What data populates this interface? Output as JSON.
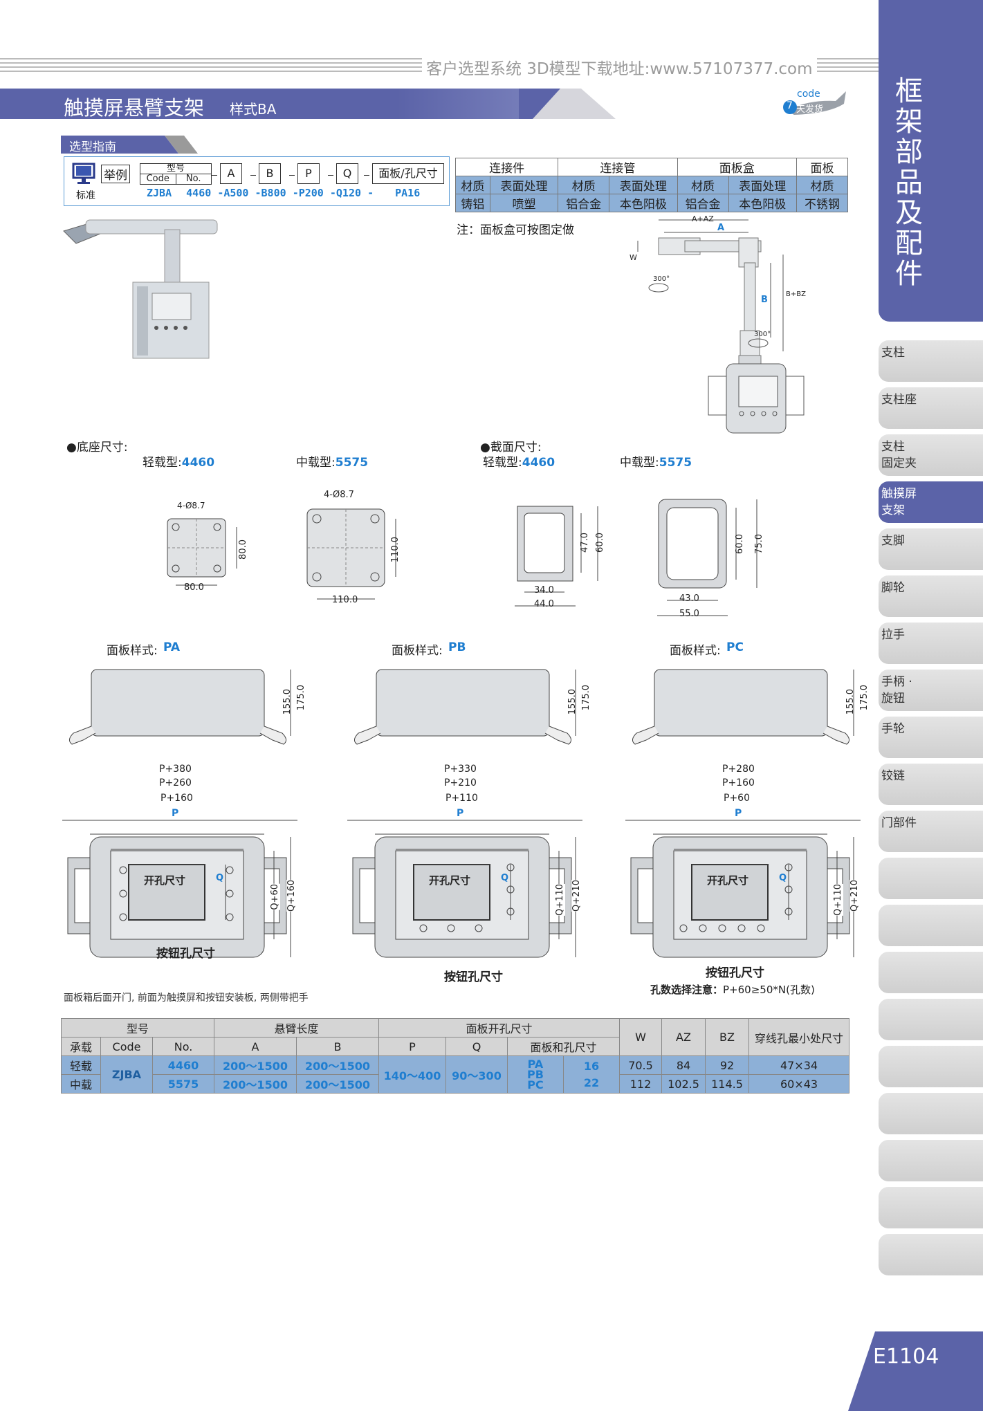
{
  "header": {
    "url_text": "客户选型系统  3D模型下载地址:www.57107377.com",
    "title": "触摸屏悬臂支架",
    "subtitle": "样式BA",
    "badge_code": "code",
    "badge_num": "7",
    "badge_text": "天发货"
  },
  "sidebar": {
    "title": "框架部品及配件",
    "items": [
      {
        "label": "支柱"
      },
      {
        "label": "支柱座"
      },
      {
        "label": "支柱\n固定夹"
      },
      {
        "label": "触摸屏\n支架"
      },
      {
        "label": "支脚"
      },
      {
        "label": "脚轮"
      },
      {
        "label": "拉手"
      },
      {
        "label": "手柄 ·\n旋钮"
      },
      {
        "label": "手轮"
      },
      {
        "label": "铰链"
      },
      {
        "label": "门部件"
      }
    ],
    "page_number": "E1104"
  },
  "guide": {
    "tab_label": "选型指南",
    "example": "举例",
    "standard": "标准",
    "xinghao": "型号",
    "code_h": "Code",
    "no_h": "No.",
    "a": "A",
    "b": "B",
    "p": "P",
    "q": "Q",
    "panel": "面板/孔尺寸",
    "v_code": "ZJBA",
    "v_no": "4460",
    "v_a": "-A500",
    "v_b": "-B800",
    "v_p": "-P200",
    "v_q": "-Q120",
    "v_dash": "-",
    "v_panel": "PA16"
  },
  "spec_table": {
    "groups": [
      "连接件",
      "连接管",
      "面板盒",
      "面板"
    ],
    "sub": [
      "材质",
      "表面处理",
      "材质",
      "表面处理",
      "材质",
      "表面处理",
      "材质"
    ],
    "vals": [
      "铸铝",
      "喷塑",
      "铝合金",
      "本色阳极",
      "铝合金",
      "本色阳极",
      "不锈钢"
    ]
  },
  "note": "注：面板盒可按图定做",
  "arm_dims": {
    "a_az": "A+AZ",
    "a": "A",
    "w": "W",
    "b": "B",
    "b_bz": "B+BZ",
    "rot1": "300°",
    "rot2": "300°"
  },
  "base_section": {
    "base_title": "●底座尺寸:",
    "section_title": "●截面尺寸:",
    "light_label": "轻载型:",
    "light_val": "4460",
    "mid_label": "中载型:",
    "mid_val": "5575",
    "b1_hole": "4-Ø8.7",
    "b1_w": "80.0",
    "b1_h": "80.0",
    "b2_hole": "4-Ø8.7",
    "b2_w": "110.0",
    "b2_h": "110.0",
    "s1_in_w": "34.0",
    "s1_out_w": "44.0",
    "s1_in_h": "47.0",
    "s1_out_h": "60.0",
    "s2_in_w": "43.0",
    "s2_out_w": "55.0",
    "s2_in_h": "60.0",
    "s2_out_h": "75.0"
  },
  "panels": {
    "style_label": "面板样式:",
    "pa": "PA",
    "pb": "PB",
    "pc": "PC",
    "h1": "155.0",
    "h2": "175.0",
    "pa_w": [
      "P+380",
      "P+260",
      "P+160"
    ],
    "pb_w": [
      "P+330",
      "P+210",
      "P+110"
    ],
    "pc_w": [
      "P+280",
      "P+160",
      "P+60"
    ],
    "pa_h": [
      "Q+60",
      "Q+160"
    ],
    "pb_h": [
      "Q+110",
      "Q+210"
    ],
    "pc_h": [
      "Q+110",
      "Q+210"
    ],
    "p": "P",
    "q": "Q",
    "cutout": "开孔尺寸",
    "button_hole": "按钮孔尺寸",
    "hole_note_bold": "孔数选择注意：",
    "hole_note": "P+60≥50*N(孔数)",
    "desc": "面板箱后面开门, 前面为触摸屏和按钮安装板, 两侧带把手"
  },
  "bottom_table": {
    "h_model": "型号",
    "h_arm": "悬臂长度",
    "h_panel": "面板开孔尺寸",
    "h_w": "W",
    "h_az": "AZ",
    "h_bz": "BZ",
    "h_hole": "穿线孔最小处尺寸",
    "h_load": "承载",
    "h_code": "Code",
    "h_no": "No.",
    "h_a": "A",
    "h_b": "B",
    "h_p": "P",
    "h_q": "Q",
    "h_ph": "面板和孔尺寸",
    "code": "ZJBA",
    "p_range": "140～400",
    "q_range": "90～300",
    "panel_types": [
      "PA",
      "PB",
      "PC"
    ],
    "hole_sizes": [
      "16",
      "22"
    ],
    "rows": [
      {
        "load": "轻载",
        "no": "4460",
        "a": "200～1500",
        "b": "200～1500",
        "w": "70.5",
        "az": "84",
        "bz": "92",
        "hole": "47×34"
      },
      {
        "load": "中载",
        "no": "5575",
        "a": "200～1500",
        "b": "200～1500",
        "w": "112",
        "az": "102.5",
        "bz": "114.5",
        "hole": "60×43"
      }
    ]
  }
}
